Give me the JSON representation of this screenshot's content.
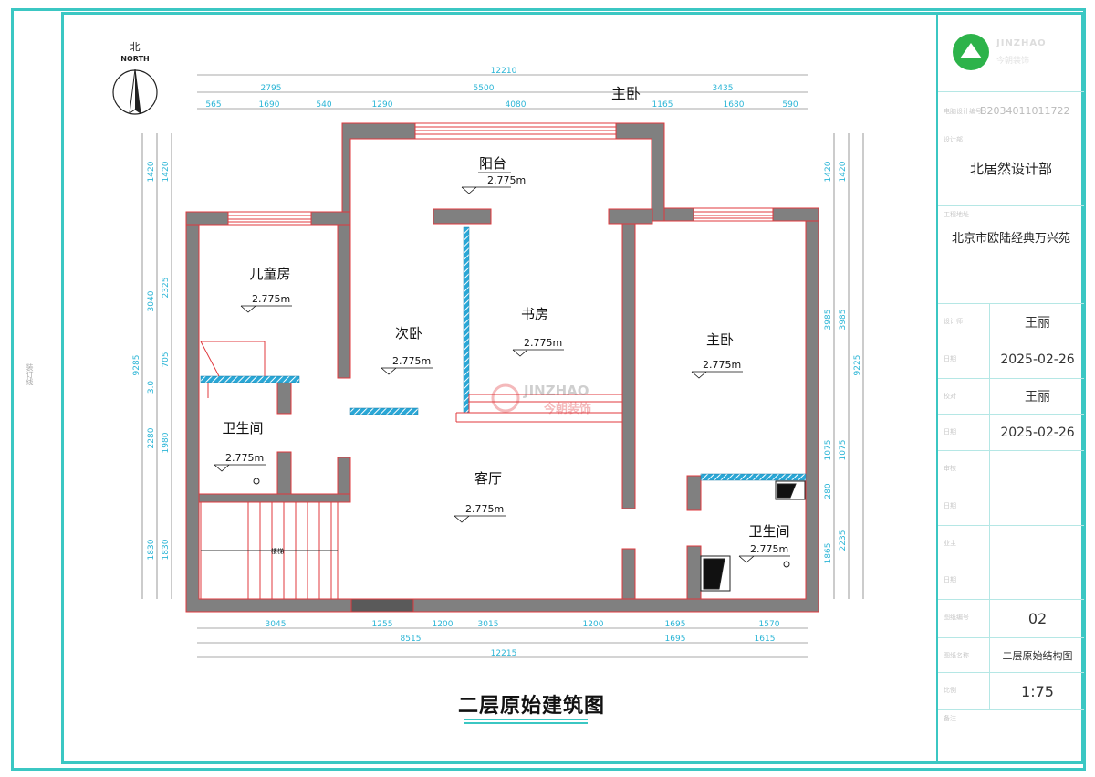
{
  "drawing_title": "二层原始建筑图",
  "north": {
    "cn": "北",
    "en": "NORTH"
  },
  "gutter_text": "装订线",
  "watermark": {
    "brand": "JINZHAO",
    "cn": "今朝装饰"
  },
  "rooms": [
    {
      "name": "阳台",
      "level": "2.775m"
    },
    {
      "name": "儿童房",
      "level": "2.775m"
    },
    {
      "name": "次卧",
      "level": "2.775m"
    },
    {
      "name": "书房",
      "level": "2.775m"
    },
    {
      "name": "主卧",
      "level": "2.775m"
    },
    {
      "name": "卫生间",
      "level": "2.775m"
    },
    {
      "name": "客厅",
      "level": "2.775m"
    },
    {
      "name": "卫生间",
      "level": "2.775m"
    }
  ],
  "stair_label": "楼梯",
  "top_label": "主卧",
  "dims": {
    "top_total": "12210",
    "top_mid": [
      "2795",
      "5500",
      "3435"
    ],
    "top_detail": [
      "565",
      "1690",
      "540",
      "1290",
      "4080",
      "1165",
      "1680",
      "590"
    ],
    "bottom_detail": [
      "3045",
      "1255",
      "1200",
      "3015",
      "1200",
      "1695",
      "1570"
    ],
    "bottom_mid": [
      "8515",
      "1695",
      "1615"
    ],
    "bottom_total": "12215",
    "left_outer": "9285",
    "left_mid": [
      "1420",
      "3040",
      "3.0",
      "2280",
      "1830"
    ],
    "left_inner": [
      "1420",
      "2325",
      "705",
      "1980",
      "1830"
    ],
    "right_outer": "9225",
    "right_mid": [
      "1420",
      "3985",
      "1075",
      "2235"
    ],
    "right_inner": [
      "1420",
      "3985",
      "1075",
      "280",
      "1865"
    ]
  },
  "title_block": {
    "logo_text": "JINZHAO",
    "logo_text2": "今朝装饰",
    "code_label": "电脑设计编号",
    "code": "B2034011011722",
    "dept_label": "设计部",
    "dept": "北居然设计部",
    "project_label": "工程地址",
    "project": "北京市欧陆经典万兴苑",
    "rows": [
      {
        "label": "设计师",
        "value": "王丽"
      },
      {
        "label": "日期",
        "value": "2025-02-26"
      },
      {
        "label": "校对",
        "value": "王丽"
      },
      {
        "label": "日期",
        "value": "2025-02-26"
      },
      {
        "label": "审核",
        "value": ""
      },
      {
        "label": "日期",
        "value": ""
      },
      {
        "label": "业主",
        "value": ""
      },
      {
        "label": "日期",
        "value": ""
      },
      {
        "label": "图纸编号",
        "value": "02"
      },
      {
        "label": "图纸名称",
        "value": "二层原始结构图"
      },
      {
        "label": "比例",
        "value": "1:75"
      }
    ],
    "note_label": "备注"
  }
}
